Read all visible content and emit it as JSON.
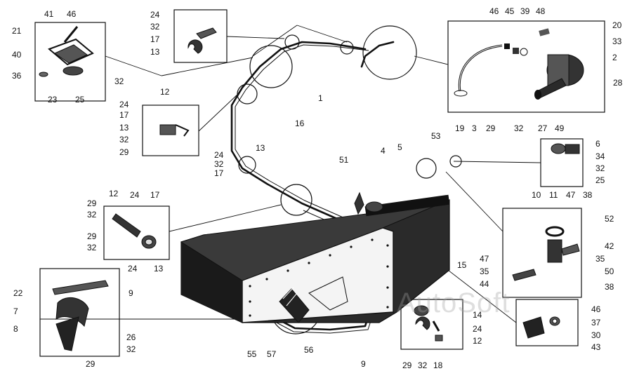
{
  "watermark": "AutoSoft",
  "labels": [
    "41",
    "46",
    "21",
    "40",
    "36",
    "23",
    "25",
    "32",
    "24",
    "32",
    "17",
    "13",
    "46",
    "45",
    "39",
    "48",
    "20",
    "33",
    "2",
    "28",
    "49",
    "27",
    "32",
    "29",
    "3",
    "19",
    "12",
    "24",
    "17",
    "13",
    "32",
    "29",
    "1",
    "16",
    "24",
    "32",
    "17",
    "13",
    "53",
    "6",
    "34",
    "32",
    "25",
    "51",
    "4",
    "5",
    "15",
    "29",
    "32",
    "12",
    "24",
    "17",
    "29",
    "32",
    "24",
    "13",
    "10",
    "11",
    "47",
    "38",
    "52",
    "42",
    "35",
    "50",
    "47",
    "35",
    "44",
    "38",
    "22",
    "9",
    "7",
    "8",
    "26",
    "32",
    "29",
    "14",
    "24",
    "12",
    "29",
    "32",
    "18",
    "9",
    "55",
    "57",
    "56",
    "46",
    "37",
    "30",
    "43"
  ]
}
